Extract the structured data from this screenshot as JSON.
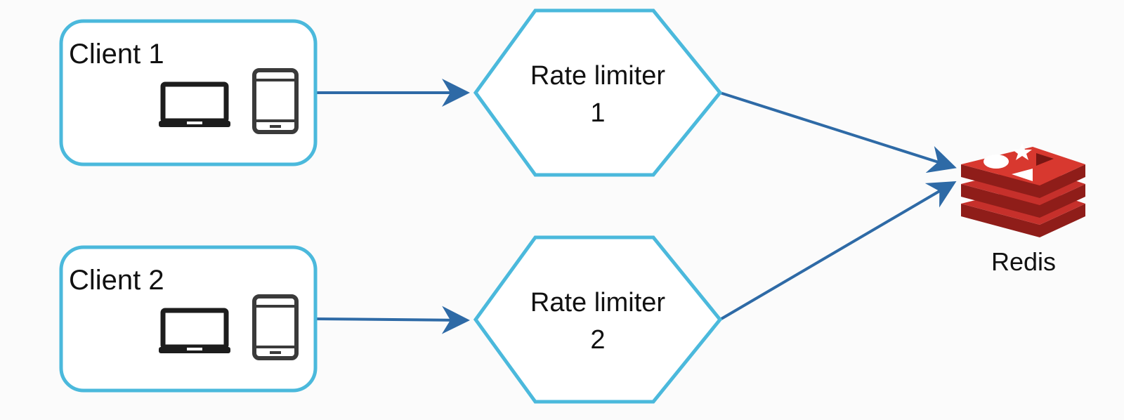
{
  "nodes": {
    "client1": {
      "label": "Client 1"
    },
    "client2": {
      "label": "Client 2"
    },
    "limiter1": {
      "line1": "Rate limiter",
      "line2": "1"
    },
    "limiter2": {
      "line1": "Rate limiter",
      "line2": "2"
    },
    "redis": {
      "label": "Redis",
      "icon": "redis-logo-icon"
    }
  },
  "edges": [
    {
      "from": "Client 1",
      "to": "Rate limiter 1"
    },
    {
      "from": "Client 2",
      "to": "Rate limiter 2"
    },
    {
      "from": "Rate limiter 1",
      "to": "Redis"
    },
    {
      "from": "Rate limiter 2",
      "to": "Redis"
    }
  ],
  "icons": {
    "laptop": "laptop-icon",
    "phone": "smartphone-icon"
  },
  "colors": {
    "node_border": "#4bb9dc",
    "arrow": "#2e6aa6",
    "redis_red": "#c6302b",
    "redis_dark": "#8f1d19",
    "device": "#1d1d1d"
  }
}
